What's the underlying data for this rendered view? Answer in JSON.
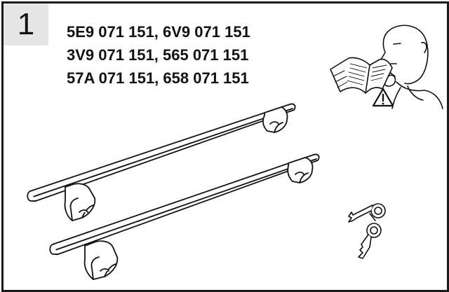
{
  "step": {
    "number": "1"
  },
  "part_numbers": [
    "5E9 071 151, 6V9 071 151",
    "3V9 071 151, 565 071 151",
    "57A 071 151, 658 071 151"
  ],
  "icons": {
    "manual": "person-reading-manual-icon",
    "warning": "warning-triangle-icon",
    "roof_bars": "roof-rack-crossbar-icon",
    "keys": "keys-icon"
  },
  "colors": {
    "ink": "#111111",
    "step_box": "#e6e6e6",
    "frame": "#1a1a1a"
  }
}
